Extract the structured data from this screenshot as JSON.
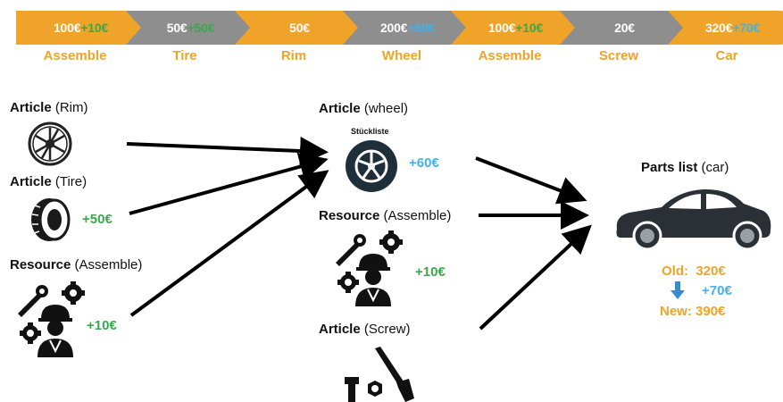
{
  "colors": {
    "orange": "#f0a329",
    "gray": "#8e8e8e",
    "green": "#3aa84a",
    "blue": "#3fb3e6"
  },
  "chevrons": [
    {
      "base": "100€",
      "delta": "+10€",
      "delta_color": "green",
      "fill": "orange",
      "label": "Assemble"
    },
    {
      "base": "50€",
      "delta": "+50€",
      "delta_color": "green",
      "fill": "gray",
      "label": "Tire"
    },
    {
      "base": "50€",
      "delta": "",
      "delta_color": "",
      "fill": "orange",
      "label": "Rim"
    },
    {
      "base": "200€",
      "delta": "+60€",
      "delta_color": "blue",
      "fill": "gray",
      "label": "Wheel"
    },
    {
      "base": "100€",
      "delta": "+10€",
      "delta_color": "green",
      "fill": "orange",
      "label": "Assemble"
    },
    {
      "base": "20€",
      "delta": "",
      "delta_color": "",
      "fill": "gray",
      "label": "Screw"
    },
    {
      "base": "320€",
      "delta": "+70€",
      "delta_color": "blue",
      "fill": "orange",
      "label": "Car"
    }
  ],
  "left": {
    "rim": {
      "kind": "Article",
      "name": "(Rim)"
    },
    "tire": {
      "kind": "Article",
      "name": "(Tire)",
      "delta": "+50€"
    },
    "resource": {
      "kind": "Resource",
      "name": "(Assemble)",
      "delta": "+10€"
    }
  },
  "middle": {
    "wheel": {
      "kind": "Article",
      "name": "(wheel)",
      "badge": "Stückliste",
      "delta": "+60€"
    },
    "resource": {
      "kind": "Resource",
      "name": "(Assemble)",
      "delta": "+10€"
    },
    "screw": {
      "kind": "Article",
      "name": "(Screw)"
    }
  },
  "right": {
    "title_bold": "Parts list",
    "title_rest": "(car)",
    "old_label": "Old:",
    "old_value": "320€",
    "delta": "+70€",
    "new_label": "New:",
    "new_value": "390€"
  },
  "icons": {
    "rim": "rim-icon",
    "tire": "tire-icon",
    "worker": "worker-gears-icon",
    "wheel": "wheel-icon",
    "screw": "tools-icon",
    "car": "car-icon",
    "down_arrow": "down-arrow-icon"
  }
}
